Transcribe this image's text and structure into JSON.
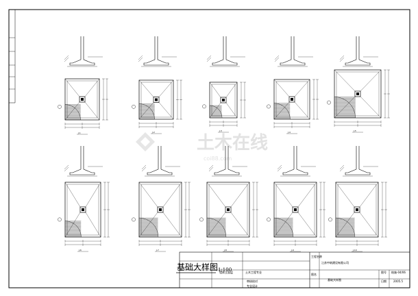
{
  "drawing": {
    "title": "基础大样图",
    "scale": "1:100"
  },
  "watermark": {
    "text": "土木在线",
    "sub": "coi88.com"
  },
  "title_block": {
    "project": "墙体立面层",
    "specialty": "土木工程专业",
    "checker": "审核校对",
    "designer": "专业设计",
    "company": "江苏中筑建设有限公司",
    "label_project": "工程名称",
    "label_drawing": "图名",
    "drawing_name": "基础大样图",
    "label_no": "图号",
    "drawing_no": "结施-04/06",
    "label_date": "日期",
    "date": "2005.5"
  },
  "details": [
    {
      "label": "J-1"
    },
    {
      "label": "J-2"
    },
    {
      "label": "J-3"
    },
    {
      "label": "J-4"
    },
    {
      "label": "J-5"
    },
    {
      "label": "J-6"
    },
    {
      "label": "J-7"
    },
    {
      "label": "J-8"
    },
    {
      "label": "J-9"
    },
    {
      "label": "J-10"
    }
  ],
  "colors": {
    "line": "#000000",
    "watermark": "#e2e2e2"
  }
}
